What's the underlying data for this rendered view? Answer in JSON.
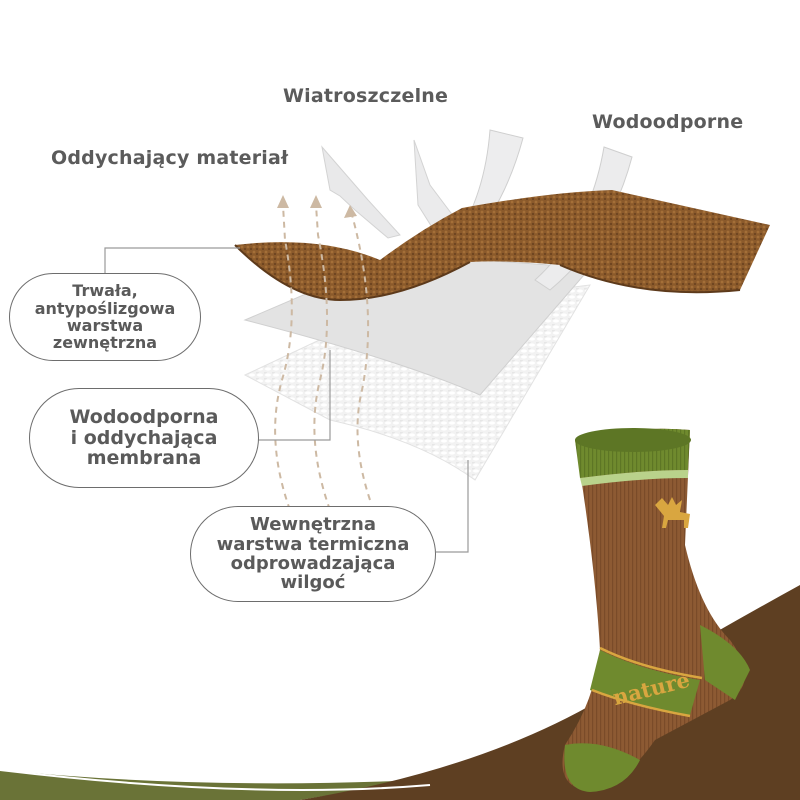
{
  "headings": {
    "breathable": "Oddychający materiał",
    "windproof": "Wiatroszczelne",
    "waterproof": "Wodoodporne"
  },
  "layers": [
    {
      "id": "outer",
      "lines": [
        "Trwała,",
        "antypoślizgowa",
        "warstwa",
        "zewnętrzna"
      ]
    },
    {
      "id": "membrane",
      "lines": [
        "Wodoodporna",
        "i oddychająca",
        "membrana"
      ]
    },
    {
      "id": "inner",
      "lines": [
        "Wewnętrzna",
        "warstwa termiczna",
        "odprowadzająca",
        "wilgoć"
      ]
    }
  ],
  "product": {
    "brand_text": "nature"
  },
  "colors": {
    "outer_fabric": "#8a5a2b",
    "membrane": "#e4e4e4",
    "inner_layer": "#f1f1f1",
    "sock_brown": "#8d5a33",
    "sock_green": "#6f8a2e",
    "sock_accent": "#d9a640",
    "floor_brown": "#5e3f22",
    "floor_green": "#6a7337",
    "label_text": "#5a5a5a",
    "arrow": "#cdb9a3"
  }
}
